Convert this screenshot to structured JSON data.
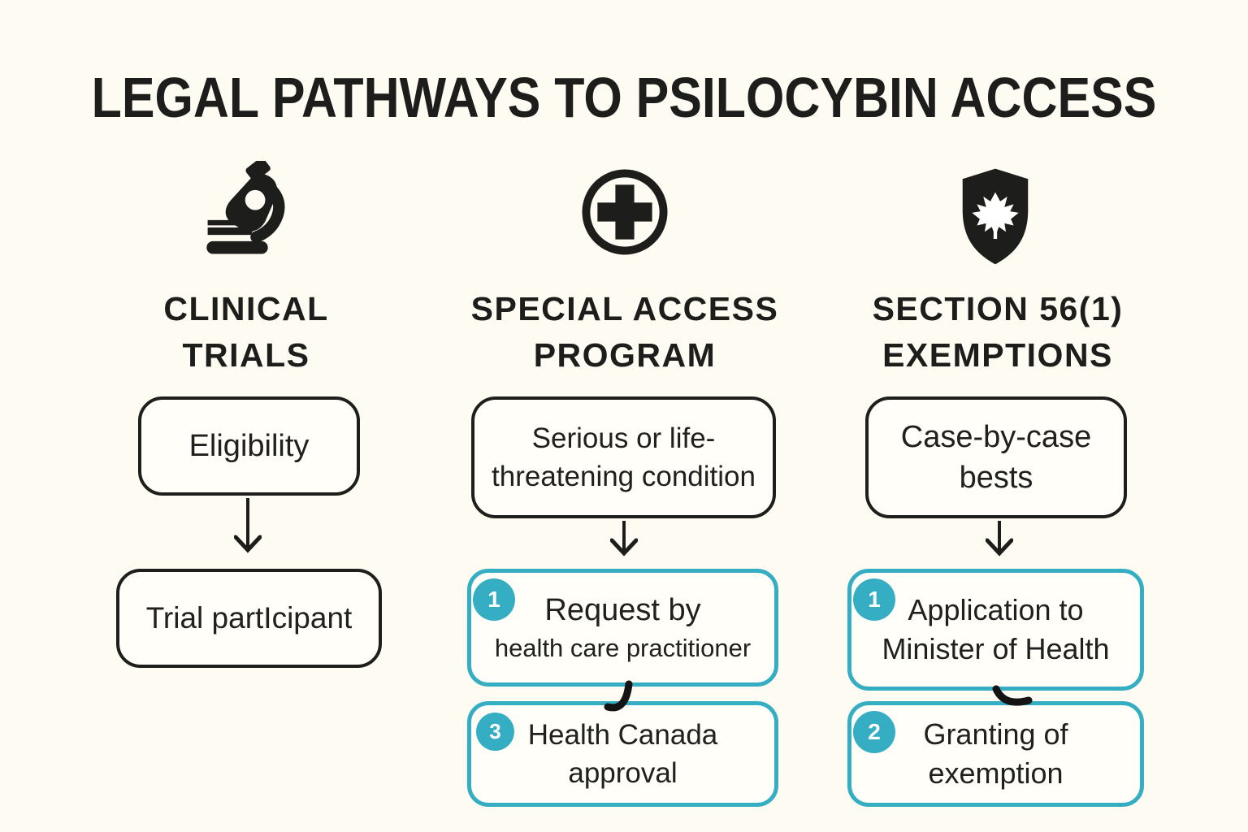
{
  "title": "LEGAL PATHWAYS TO PSILOCYBIN ACCESS",
  "colors": {
    "background": "#FDFBF2",
    "ink": "#1E1E1C",
    "teal": "#35ADC2",
    "box_fill": "#FFFEF9",
    "badge_text": "#FFFFFF"
  },
  "columns": [
    {
      "icon": "microscope-icon",
      "heading_line1": "CLINICAL",
      "heading_line2": "TRIALS",
      "boxes": [
        {
          "style": "black",
          "lines": [
            "Eligibility"
          ]
        },
        {
          "style": "black",
          "lines": [
            "Trial partIcipant"
          ]
        }
      ]
    },
    {
      "icon": "medical-cross-icon",
      "heading_line1": "SPECIAL ACCESS",
      "heading_line2": "PROGRAM",
      "boxes": [
        {
          "style": "black",
          "lines": [
            "Serious or life-",
            "threatening condition"
          ]
        },
        {
          "style": "teal",
          "badge": "1",
          "lines": [
            "Request by",
            "health care practitioner"
          ]
        },
        {
          "style": "teal",
          "badge": "3",
          "lines": [
            "Health Canada",
            "approval"
          ]
        }
      ]
    },
    {
      "icon": "shield-maple-leaf-icon",
      "heading_line1": "SECTION 56(1)",
      "heading_line2": "EXEMPTIONS",
      "boxes": [
        {
          "style": "black",
          "lines": [
            "Case-by-case",
            "bests"
          ]
        },
        {
          "style": "teal",
          "badge": "1",
          "lines": [
            "Application to",
            "Minister of Health"
          ]
        },
        {
          "style": "teal",
          "badge": "2",
          "lines": [
            "Granting of",
            "exemption"
          ]
        }
      ]
    }
  ]
}
